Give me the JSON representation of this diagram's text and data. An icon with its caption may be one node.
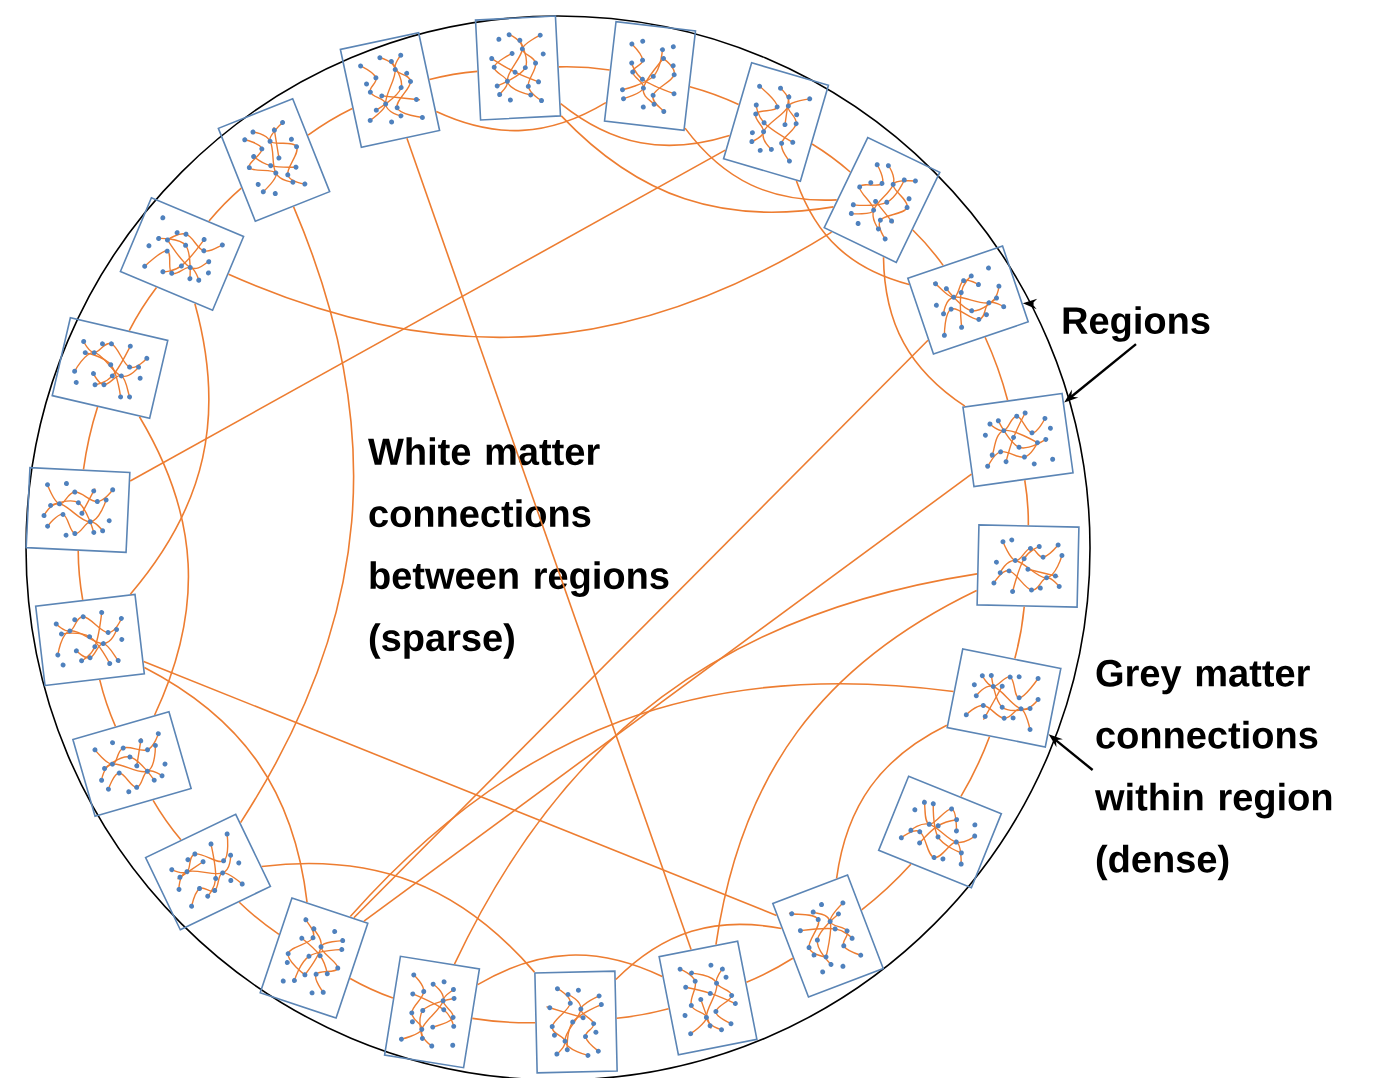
{
  "diagram": {
    "nodes": [
      {
        "text": [
          "White matter connections between regions (sparse)"
        ]
      },
      {
        "text": [],
        "shape": "box",
        "in": 0
      },
      {
        "text": [],
        "shape": "box",
        "in": 0
      },
      {
        "text": [],
        "shape": "box",
        "in": 0
      },
      {
        "text": [],
        "shape": "box",
        "in": 0
      },
      {
        "text": [],
        "shape": "box",
        "in": 0
      },
      {
        "text": [],
        "shape": "box",
        "in": 0
      },
      {
        "text": [],
        "shape": "box",
        "in": 0
      },
      {
        "text": [],
        "shape": "box",
        "in": 0
      },
      {
        "text": [],
        "shape": "box",
        "in": 0
      },
      {
        "text": [],
        "shape": "box",
        "in": 0
      },
      {
        "text": [],
        "shape": "box",
        "in": 0
      },
      {
        "text": [],
        "shape": "box",
        "in": 0
      },
      {
        "text": [],
        "shape": "box",
        "in": 0
      },
      {
        "text": [],
        "shape": "box",
        "in": 0
      },
      {
        "text": [],
        "shape": "box",
        "in": 0
      },
      {
        "text": [],
        "shape": "box",
        "in": 0
      },
      {
        "text": [],
        "shape": "box",
        "in": 0
      },
      {
        "text": [],
        "shape": "box",
        "in": 0
      },
      {
        "text": [],
        "shape": "box",
        "in": 0
      },
      {
        "text": [],
        "shape": "box",
        "in": 0
      },
      {
        "text": [],
        "shape": "box",
        "in": 0
      },
      {
        "text": [],
        "shape": "box",
        "in": 0
      },
      {
        "text": [
          "Regions"
        ]
      },
      {
        "text": [
          "Grey matter connections within region (dense)"
        ]
      }
    ],
    "edges": [
      {
        "from": 1,
        "to": 2,
        "arrow": "none"
      },
      {
        "from": 2,
        "to": 3,
        "arrow": "none"
      },
      {
        "from": 3,
        "to": 4,
        "arrow": "none"
      },
      {
        "from": 4,
        "to": 5,
        "arrow": "none"
      },
      {
        "from": 5,
        "to": 6,
        "arrow": "none"
      },
      {
        "from": 6,
        "to": 7,
        "arrow": "none"
      },
      {
        "from": 7,
        "to": 8,
        "arrow": "none"
      },
      {
        "from": 8,
        "to": 9,
        "arrow": "none"
      },
      {
        "from": 9,
        "to": 10,
        "arrow": "none"
      },
      {
        "from": 10,
        "to": 11,
        "arrow": "none"
      },
      {
        "from": 11,
        "to": 12,
        "arrow": "none"
      },
      {
        "from": 12,
        "to": 13,
        "arrow": "none"
      },
      {
        "from": 13,
        "to": 14,
        "arrow": "none"
      },
      {
        "from": 14,
        "to": 15,
        "arrow": "none"
      },
      {
        "from": 15,
        "to": 16,
        "arrow": "none"
      },
      {
        "from": 16,
        "to": 17,
        "arrow": "none"
      },
      {
        "from": 17,
        "to": 18,
        "arrow": "none"
      },
      {
        "from": 18,
        "to": 19,
        "arrow": "none"
      },
      {
        "from": 19,
        "to": 20,
        "arrow": "none"
      },
      {
        "from": 20,
        "to": 21,
        "arrow": "none"
      },
      {
        "from": 21,
        "to": 22,
        "arrow": "none"
      },
      {
        "from": 22,
        "to": 1,
        "arrow": "none"
      },
      {
        "from": 1,
        "to": 8,
        "arrow": "none"
      },
      {
        "from": 3,
        "to": 9,
        "arrow": "none"
      },
      {
        "from": 5,
        "to": 16,
        "arrow": "none"
      },
      {
        "from": 4,
        "to": 20,
        "arrow": "none"
      },
      {
        "from": 5,
        "to": 7,
        "arrow": "none"
      },
      {
        "from": 6,
        "to": 9,
        "arrow": "none"
      },
      {
        "from": 7,
        "to": 9,
        "arrow": "none"
      },
      {
        "from": 8,
        "to": 10,
        "arrow": "none"
      },
      {
        "from": 6,
        "to": 8,
        "arrow": "none"
      },
      {
        "from": 9,
        "to": 11,
        "arrow": "none"
      },
      {
        "from": 10,
        "to": 19,
        "arrow": "none"
      },
      {
        "from": 11,
        "to": 19,
        "arrow": "none"
      },
      {
        "from": 12,
        "to": 18,
        "arrow": "none"
      },
      {
        "from": 13,
        "to": 15,
        "arrow": "none"
      },
      {
        "from": 21,
        "to": 2,
        "arrow": "none"
      },
      {
        "from": 22,
        "to": 3,
        "arrow": "none"
      },
      {
        "from": 22,
        "to": 15,
        "arrow": "none"
      },
      {
        "from": 19,
        "to": 22,
        "arrow": "none"
      },
      {
        "from": 17,
        "to": 20,
        "arrow": "none"
      },
      {
        "from": 16,
        "to": 18,
        "arrow": "none"
      },
      {
        "from": 15,
        "to": 17,
        "arrow": "none"
      },
      {
        "from": 13,
        "to": 19,
        "arrow": "none"
      },
      {
        "from": 12,
        "to": 16,
        "arrow": "none"
      },
      {
        "from": 23,
        "to": 10,
        "arrow": "to",
        "color": "#000000"
      },
      {
        "from": 23,
        "to": 11,
        "arrow": "to",
        "color": "#000000"
      },
      {
        "from": 24,
        "to": 13,
        "arrow": "to",
        "color": "#000000"
      }
    ]
  }
}
